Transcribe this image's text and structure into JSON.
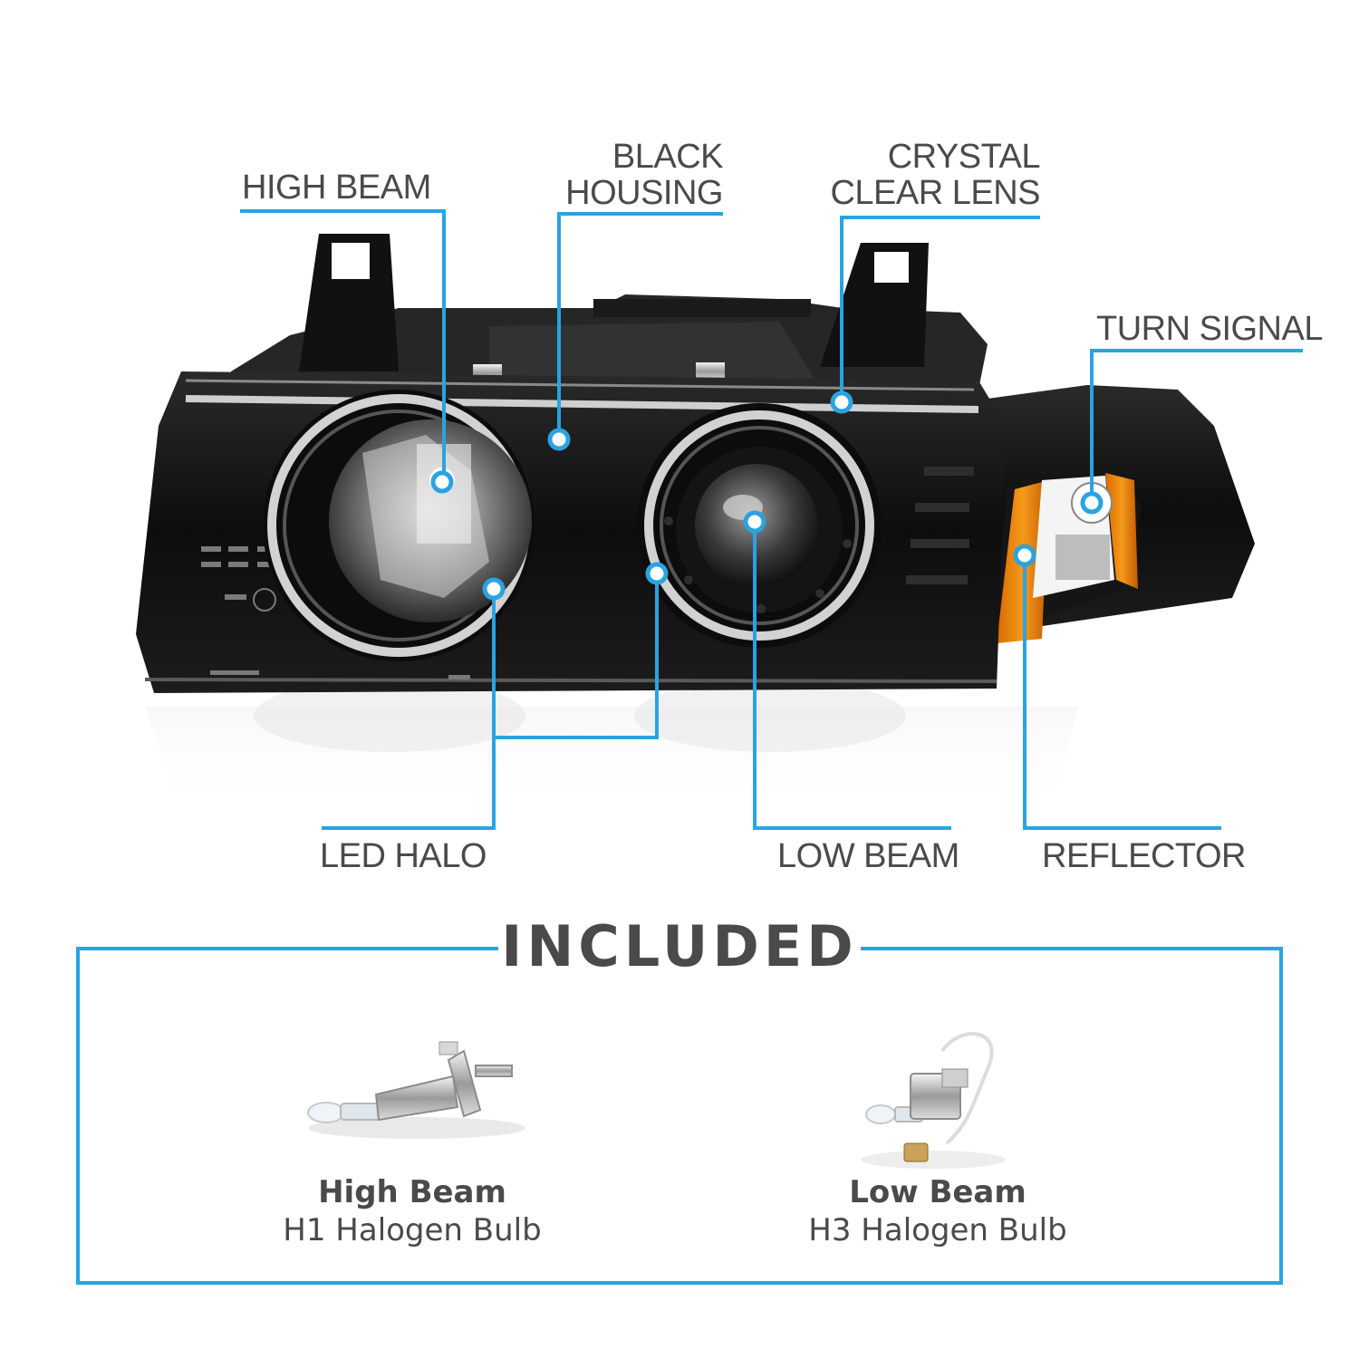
{
  "accent_color": "#2aa3e0",
  "callouts": {
    "high_beam": [
      "HIGH BEAM"
    ],
    "black_housing": [
      "BLACK",
      "HOUSING"
    ],
    "crystal_clear_lens": [
      "CRYSTAL",
      "CLEAR LENS"
    ],
    "turn_signal": [
      "TURN SIGNAL"
    ],
    "led_halo": [
      "LED HALO"
    ],
    "low_beam": [
      "LOW BEAM"
    ],
    "reflector": [
      "REFLECTOR"
    ]
  },
  "included": {
    "title": "INCLUDED",
    "items": [
      {
        "name": "High Beam",
        "description": "H1 Halogen Bulb",
        "icon": "h1-bulb-icon"
      },
      {
        "name": "Low Beam",
        "description": "H3 Halogen Bulb",
        "icon": "h3-bulb-icon"
      }
    ]
  }
}
